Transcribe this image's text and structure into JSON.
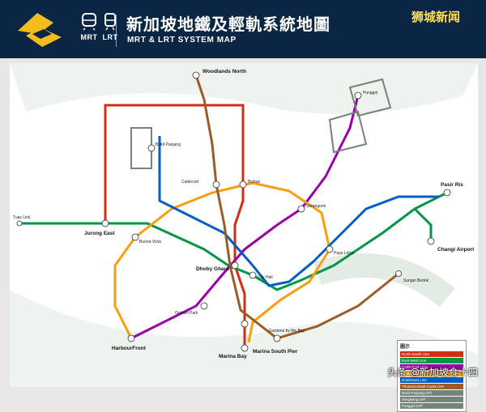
{
  "header": {
    "mrt_label": "MRT",
    "lrt_label": "LRT",
    "title_cn": "新加坡地鐵及輕軌系統地圖",
    "title_en": "MRT & LRT SYSTEM MAP",
    "brand_badge": "狮城新闻"
  },
  "colors": {
    "header_bg": "#0a2644",
    "north_south": "#d42e12",
    "east_west": "#009645",
    "circle": "#fa9e0d",
    "downtown": "#005ec4",
    "north_east": "#9900aa",
    "thomson_east_coast": "#9d5b25",
    "lrt": "#748477"
  },
  "stations": {
    "woodlands_north": "Woodlands North",
    "jurong_east": "Jurong East",
    "dhoby_ghaut": "Dhoby Ghaut",
    "city_hall": "City Hall",
    "marina_bay": "Marina Bay",
    "marina_south_pier": "Marina South Pier",
    "harbourfront": "HarbourFront",
    "bukit_panjang": "Bukit Panjang",
    "changi_airport": "Changi Airport",
    "pasir_ris": "Pasir Ris",
    "sungei_bedok": "Sungei Bedok",
    "punggol": "Punggol",
    "tuas_link": "Tuas Link",
    "outram_park": "Outram Park",
    "serangoon": "Serangoon",
    "bishan": "Bishan",
    "buona_vista": "Buona Vista",
    "paya_lebar": "Paya Lebar",
    "gardens_by_the_bay": "Gardens by the Bay",
    "caldecott": "Caldecott"
  },
  "legend": {
    "title": "圖示",
    "items": [
      "North-South Line",
      "East-West Line",
      "North East Line",
      "Circle Line",
      "Downtown Line",
      "Thomson-East Coast Line",
      "Bukit Panjang LRT",
      "Sengkang LRT",
      "Punggol LRT"
    ]
  },
  "watermark": "头条 @新加坡食十四"
}
